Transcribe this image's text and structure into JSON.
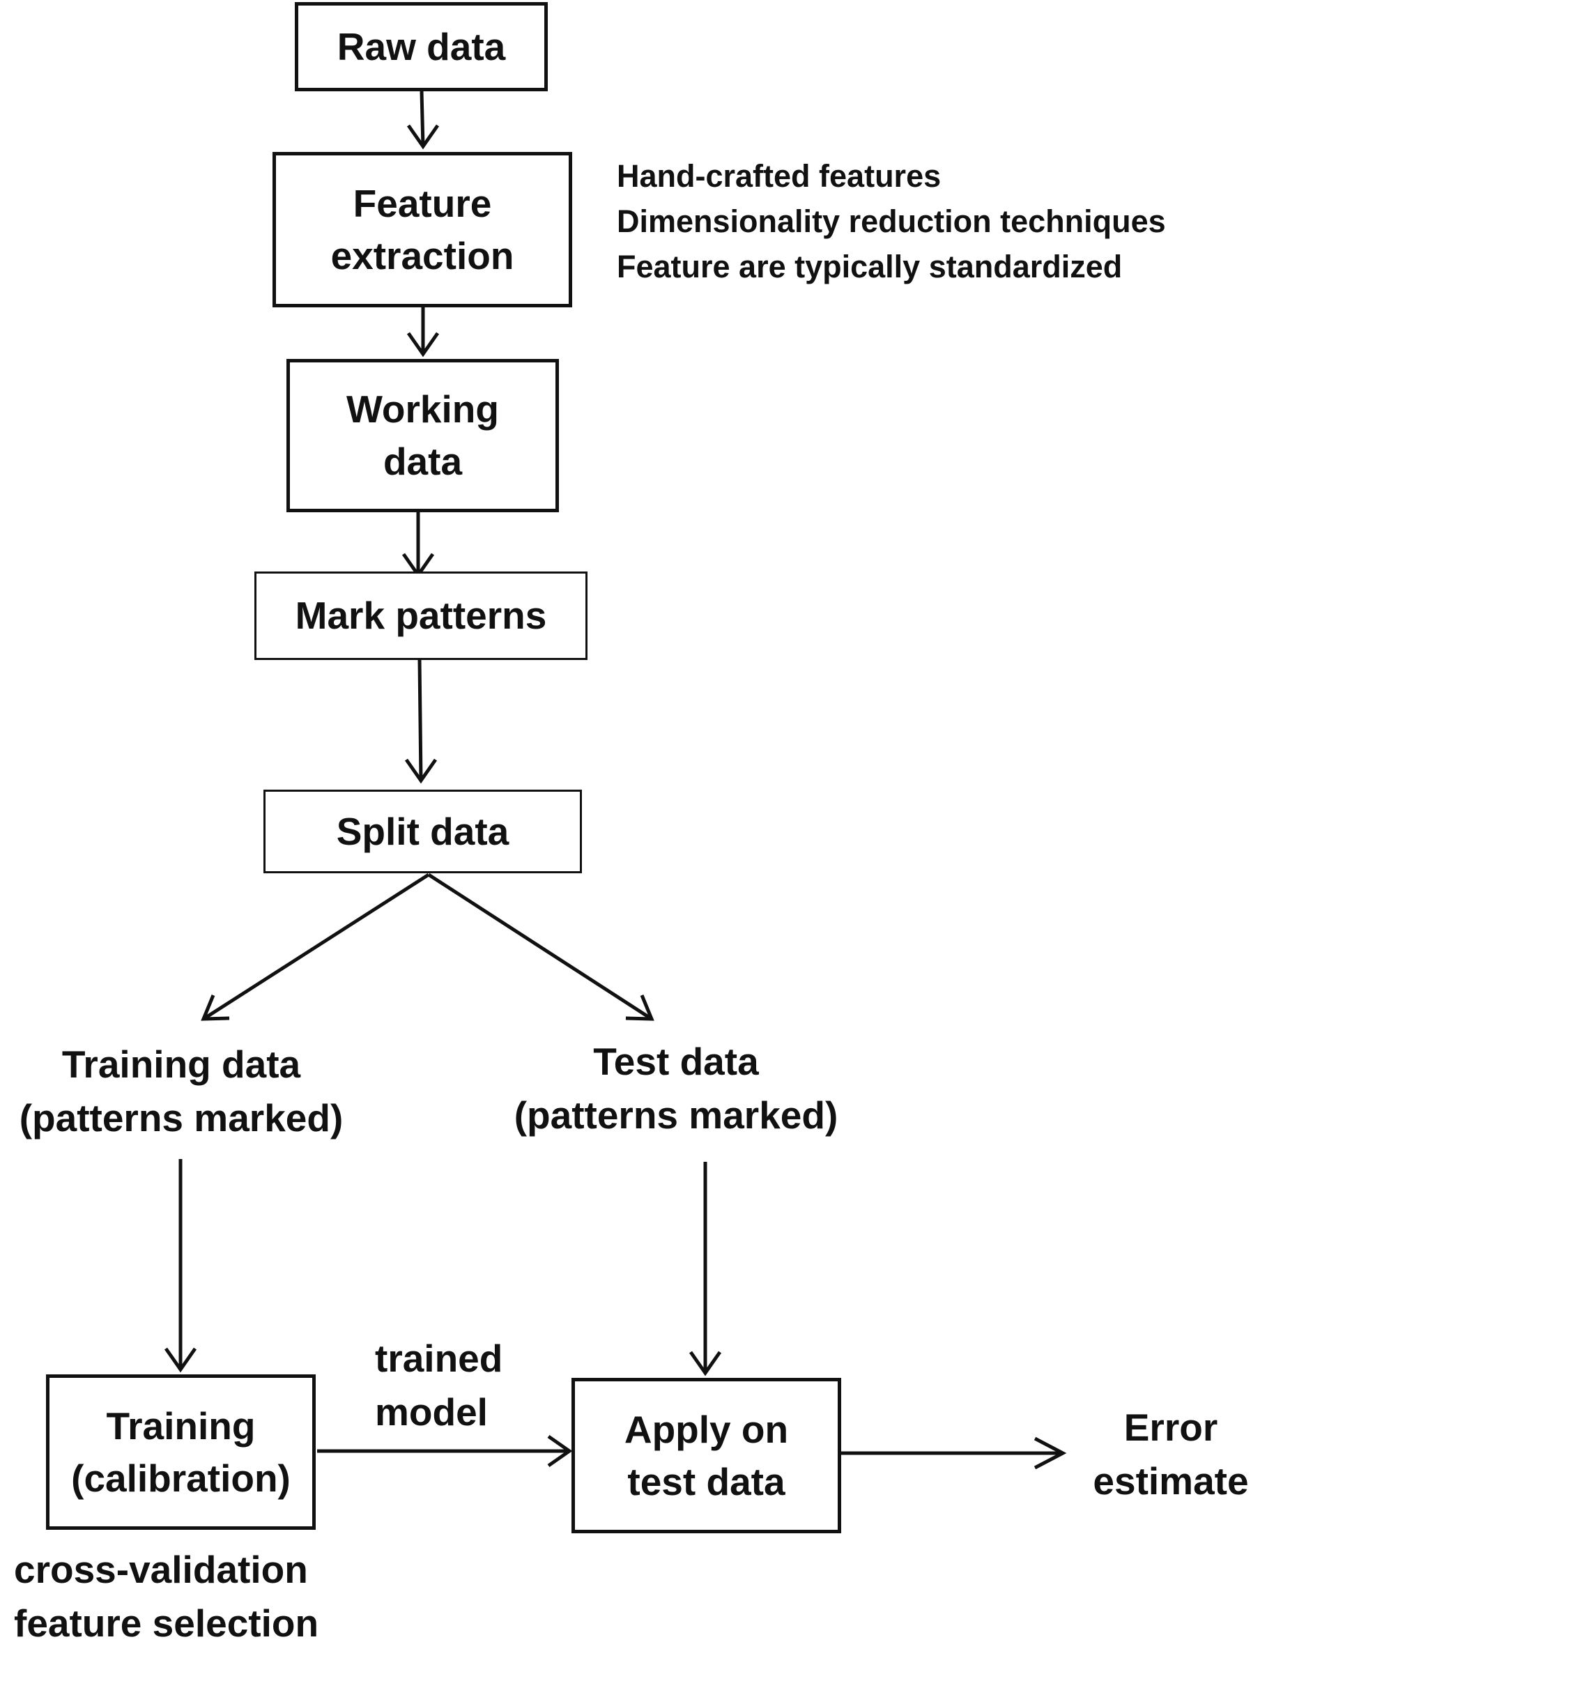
{
  "diagram": {
    "nodes": {
      "raw_data": "Raw data",
      "feature_extraction": [
        "Feature",
        "extraction"
      ],
      "working_data": [
        "Working",
        "data"
      ],
      "mark_patterns": "Mark patterns",
      "split_data": "Split data",
      "training_data": [
        "Training data",
        "(patterns marked)"
      ],
      "test_data": [
        "Test data",
        "(patterns marked)"
      ],
      "training": [
        "Training",
        "(calibration)"
      ],
      "apply_on_test": [
        "Apply on",
        "test data"
      ],
      "error_estimate": [
        "Error",
        "estimate"
      ]
    },
    "notes": {
      "feature_extraction": [
        "Hand-crafted features",
        "Dimensionality reduction techniques",
        "Feature are typically standardized"
      ],
      "training": [
        "cross-validation",
        "feature selection"
      ],
      "edge_trained_model": [
        "trained",
        "model"
      ]
    },
    "colors": {
      "stroke": "#111111",
      "background": "#ffffff"
    }
  }
}
